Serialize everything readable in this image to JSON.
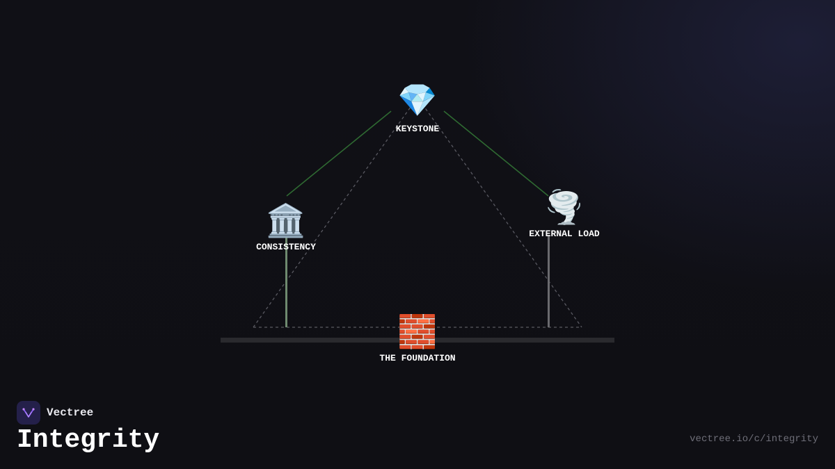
{
  "diagram": {
    "nodes": {
      "keystone": {
        "label": "KEYSTONE",
        "icon": "diamond-icon",
        "glyph": "💎"
      },
      "consistency": {
        "label": "CONSISTENCY",
        "icon": "classical-building-icon",
        "glyph": "🏛️"
      },
      "external_load": {
        "label": "EXTERNAL LOAD",
        "icon": "tornado-icon",
        "glyph": "🌪️"
      },
      "foundation": {
        "label": "THE FOUNDATION",
        "icon": "bricks-icon",
        "glyph": "🧱"
      }
    },
    "colors": {
      "connector": "#2f6a32",
      "dashed": "#5a5a62",
      "pillar_left": "#6f8a6f",
      "pillar_right": "#6a6a6e",
      "ground": "#2a2a2e"
    }
  },
  "branding": {
    "name": "Vectree",
    "logo_icon": "vectree-logo-icon",
    "accent": "#8b5cf6"
  },
  "title": "Integrity",
  "url": "vectree.io/c/integrity"
}
